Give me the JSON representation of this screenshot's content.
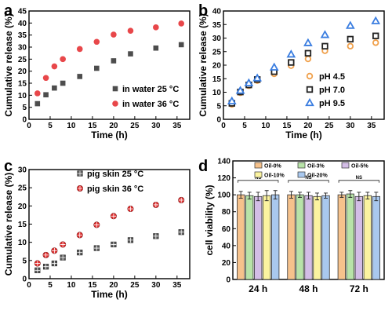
{
  "chart_data": [
    {
      "panel": "a",
      "type": "scatter",
      "xlabel": "Time (h)",
      "ylabel": "Cumulative release (%)",
      "xlim": [
        0,
        38
      ],
      "ylim": [
        0,
        45
      ],
      "xticks": [
        0,
        5,
        10,
        15,
        20,
        25,
        30,
        35
      ],
      "yticks": [
        0,
        5,
        10,
        15,
        20,
        25,
        30,
        35,
        40,
        45
      ],
      "legend_position": "bottom-right",
      "series": [
        {
          "name": "in water 25 °C",
          "marker": "square",
          "color": "#4d4d4d",
          "x": [
            2,
            4,
            6,
            8,
            12,
            16,
            20,
            24,
            30,
            36
          ],
          "y": [
            6.5,
            10.2,
            13.0,
            15.0,
            17.8,
            21.2,
            24.3,
            27.2,
            29.6,
            31.0
          ]
        },
        {
          "name": "in water 36 °C",
          "marker": "circle",
          "color": "#e8474a",
          "x": [
            2,
            4,
            6,
            8,
            12,
            16,
            20,
            24,
            30,
            36
          ],
          "y": [
            10.8,
            17.2,
            22.0,
            25.0,
            29.2,
            32.2,
            35.2,
            36.8,
            38.2,
            39.8
          ]
        }
      ]
    },
    {
      "panel": "b",
      "type": "scatter",
      "xlabel": "Time (h)",
      "ylabel": "Cumulative release (%)",
      "xlim": [
        0,
        38
      ],
      "ylim": [
        0,
        40
      ],
      "xticks": [
        0,
        5,
        10,
        15,
        20,
        25,
        30,
        35
      ],
      "yticks": [
        0,
        5,
        10,
        15,
        20,
        25,
        30,
        35,
        40
      ],
      "legend_position": "bottom-right",
      "series": [
        {
          "name": "pH 4.5",
          "marker": "circle-open",
          "color": "#f0a04b",
          "x": [
            2,
            4,
            6,
            8,
            12,
            16,
            20,
            24,
            30,
            36
          ],
          "y": [
            5.5,
            9.8,
            12.4,
            14.3,
            16.8,
            19.8,
            22.3,
            25.3,
            27.0,
            28.3
          ]
        },
        {
          "name": "pH 7.0",
          "marker": "square-open",
          "color": "#222222",
          "x": [
            2,
            4,
            6,
            8,
            12,
            16,
            20,
            24,
            30,
            36
          ],
          "y": [
            5.9,
            10.1,
            12.7,
            14.7,
            17.6,
            21.0,
            24.4,
            27.0,
            29.6,
            30.8
          ]
        },
        {
          "name": "pH 9.5",
          "marker": "triangle-open",
          "color": "#3a7de0",
          "x": [
            2,
            4,
            6,
            8,
            12,
            16,
            20,
            24,
            30,
            36
          ],
          "y": [
            6.7,
            10.6,
            13.4,
            15.2,
            19.2,
            24.0,
            28.2,
            31.2,
            34.6,
            36.3
          ]
        }
      ]
    },
    {
      "panel": "c",
      "type": "scatter",
      "xlabel": "Time (h)",
      "ylabel": "Cumulative release (%)",
      "xlim": [
        0,
        38
      ],
      "ylim": [
        0,
        30
      ],
      "xticks": [
        0,
        5,
        10,
        15,
        20,
        25,
        30,
        35
      ],
      "yticks": [
        0,
        5,
        10,
        15,
        20,
        25,
        30
      ],
      "legend_position": "top-left",
      "series": [
        {
          "name": "pig skin 25 °C",
          "marker": "square-cross",
          "color": "#5a5a5a",
          "x": [
            2,
            4,
            6,
            8,
            12,
            16,
            20,
            24,
            30,
            36
          ],
          "y": [
            2.3,
            3.3,
            4.2,
            5.8,
            7.2,
            8.4,
            9.4,
            10.6,
            11.7,
            12.8
          ]
        },
        {
          "name": "pig skin 36 °C",
          "marker": "circle-cross",
          "color": "#e23030",
          "x": [
            2,
            4,
            6,
            8,
            12,
            16,
            20,
            24,
            30,
            36
          ],
          "y": [
            4.2,
            6.5,
            7.7,
            9.4,
            12.0,
            14.8,
            17.2,
            19.2,
            20.3,
            21.6
          ]
        }
      ]
    },
    {
      "panel": "d",
      "type": "bar",
      "ylabel": "cell viability (%)",
      "ylim": [
        0,
        140
      ],
      "yticks": [
        0,
        20,
        40,
        60,
        80,
        100,
        120,
        140
      ],
      "categories": [
        "24 h",
        "48 h",
        "72 h"
      ],
      "annotation": "NS",
      "legend_position": "top",
      "series": [
        {
          "name": "Oil-0%",
          "color": "#f6c28c",
          "values": [
            100,
            100,
            100
          ],
          "errors": [
            4,
            4,
            3
          ]
        },
        {
          "name": "Oil-3%",
          "color": "#b8e3a8",
          "values": [
            99,
            100,
            101
          ],
          "errors": [
            4,
            3,
            4
          ]
        },
        {
          "name": "Oil-5%",
          "color": "#d3bde6",
          "values": [
            98,
            99,
            98
          ],
          "errors": [
            5,
            4,
            5
          ]
        },
        {
          "name": "Oil-10%",
          "color": "#fbf3a0",
          "values": [
            99,
            98,
            99
          ],
          "errors": [
            6,
            4,
            4
          ]
        },
        {
          "name": "Oil-20%",
          "color": "#a9c8ee",
          "values": [
            100,
            99,
            98
          ],
          "errors": [
            5,
            3,
            5
          ]
        }
      ]
    }
  ]
}
